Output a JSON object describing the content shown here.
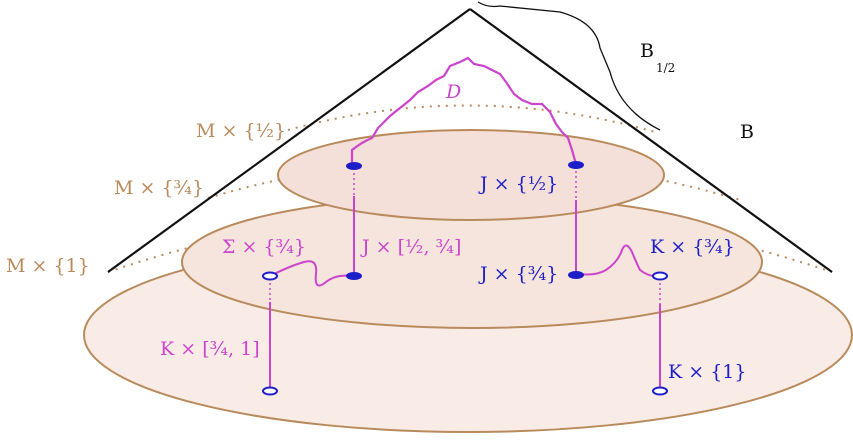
{
  "labels": {
    "m_half": "M × {½}",
    "m_three_quarter": "M × {¾}",
    "m_one": "M × {1}",
    "b_half_main": "B",
    "b_half_sub": "1/2",
    "b": "B",
    "d": "D",
    "sigma_three_quarter": "Σ × {¾}",
    "j_half_3quarter": "J × [½, ¾]",
    "j_half": "J × {½}",
    "j_three_quarter": "J × {¾}",
    "k_three_quarter": "K × {¾}",
    "k_range": "K × [¾, 1]",
    "k_one": "K × {1}"
  },
  "colors": {
    "brown": "#b98a5c",
    "fill": "#f9ece6",
    "magenta": "#cc44cc",
    "blue": "#1e1ec8",
    "black": "#111111"
  }
}
